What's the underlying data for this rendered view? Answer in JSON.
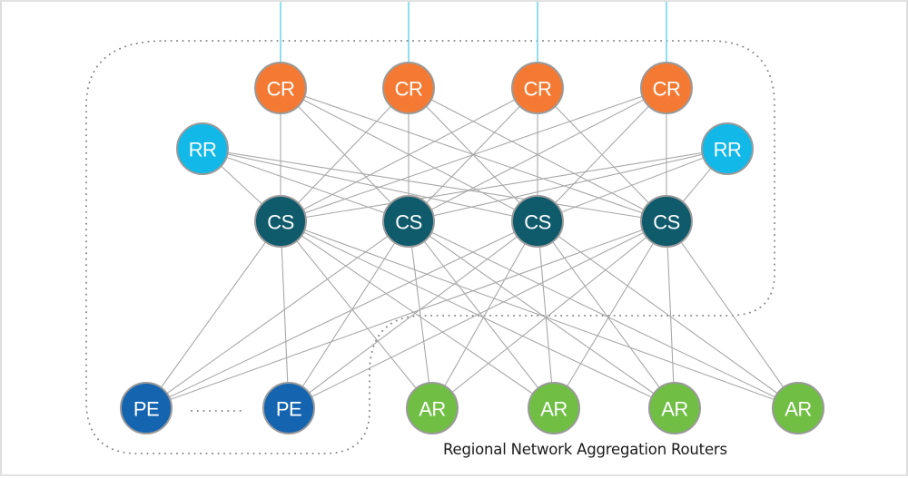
{
  "diagram": {
    "type": "network-topology",
    "colors": {
      "CR": "#f47a34",
      "RR": "#12b8e8",
      "CS": "#0f5a6b",
      "PE": "#1564b0",
      "AR": "#70bf44",
      "node_border": "#9a9a9a",
      "link": "#a8a8a8",
      "uplink": "#5fd0ec",
      "boundary": "#8a8a8a"
    },
    "nodes": [
      {
        "id": "cr1",
        "label": "CR",
        "role": "core-router"
      },
      {
        "id": "cr2",
        "label": "CR",
        "role": "core-router"
      },
      {
        "id": "cr3",
        "label": "CR",
        "role": "core-router"
      },
      {
        "id": "cr4",
        "label": "CR",
        "role": "core-router"
      },
      {
        "id": "rr1",
        "label": "RR",
        "role": "route-reflector"
      },
      {
        "id": "rr2",
        "label": "RR",
        "role": "route-reflector"
      },
      {
        "id": "cs1",
        "label": "CS",
        "role": "core-switch"
      },
      {
        "id": "cs2",
        "label": "CS",
        "role": "core-switch"
      },
      {
        "id": "cs3",
        "label": "CS",
        "role": "core-switch"
      },
      {
        "id": "cs4",
        "label": "CS",
        "role": "core-switch"
      },
      {
        "id": "pe1",
        "label": "PE",
        "role": "provider-edge"
      },
      {
        "id": "pe2",
        "label": "PE",
        "role": "provider-edge"
      },
      {
        "id": "ar1",
        "label": "AR",
        "role": "aggregation-router"
      },
      {
        "id": "ar2",
        "label": "AR",
        "role": "aggregation-router"
      },
      {
        "id": "ar3",
        "label": "AR",
        "role": "aggregation-router"
      },
      {
        "id": "ar4",
        "label": "AR",
        "role": "aggregation-router"
      }
    ],
    "mesh_groups": [
      {
        "from": [
          "cr1",
          "cr2",
          "cr3",
          "cr4",
          "rr1",
          "rr2"
        ],
        "to": [
          "cs1",
          "cs2",
          "cs3",
          "cs4"
        ]
      },
      {
        "from": [
          "cs1",
          "cs2",
          "cs3",
          "cs4"
        ],
        "to": [
          "pe1",
          "pe2",
          "ar1",
          "ar2",
          "ar3",
          "ar4"
        ]
      }
    ],
    "uplinks": [
      "cr1",
      "cr2",
      "cr3",
      "cr4"
    ],
    "ellipsis_between": [
      "pe1",
      "pe2"
    ],
    "caption": "Regional Network Aggregation Routers"
  }
}
